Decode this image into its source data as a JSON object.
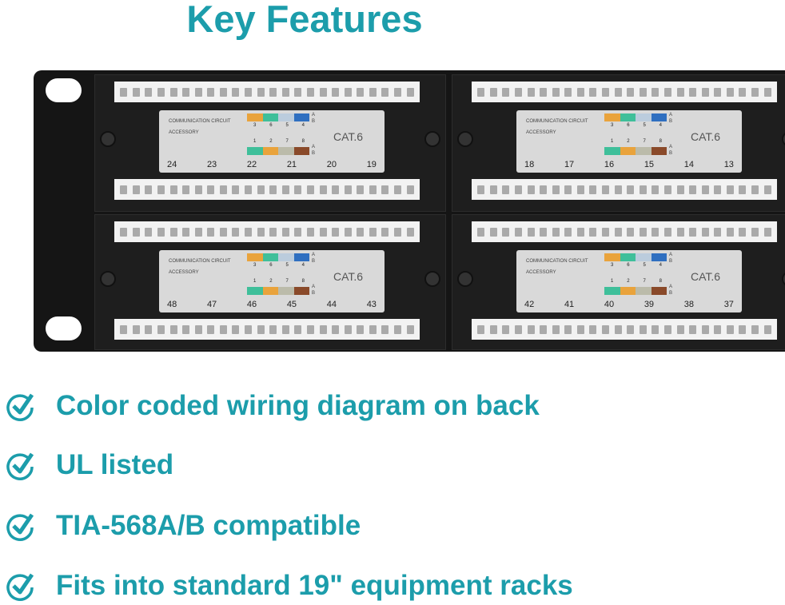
{
  "title": "Key Features",
  "panel": {
    "modules": [
      {
        "ports": [
          "24",
          "23",
          "22",
          "21",
          "20",
          "19"
        ],
        "line1": "COMMUNICATION CIRCUIT",
        "line2": "ACCESSORY",
        "cat": "CAT.6",
        "top_nums": [
          "3",
          "6",
          "5",
          "4"
        ],
        "bottom_nums": [
          "1",
          "2",
          "7",
          "8"
        ],
        "a": "A",
        "b": "B"
      },
      {
        "ports": [
          "18",
          "17",
          "16",
          "15",
          "14",
          "13"
        ],
        "line1": "COMMUNICATION CIRCUIT",
        "line2": "ACCESSORY",
        "cat": "CAT.6",
        "top_nums": [
          "3",
          "6",
          "5",
          "4"
        ],
        "bottom_nums": [
          "1",
          "2",
          "7",
          "8"
        ],
        "a": "A",
        "b": "B"
      },
      {
        "ports": [
          "48",
          "47",
          "46",
          "45",
          "44",
          "43"
        ],
        "line1": "COMMUNICATION CIRCUIT",
        "line2": "ACCESSORY",
        "cat": "CAT.6",
        "top_nums": [
          "3",
          "6",
          "5",
          "4"
        ],
        "bottom_nums": [
          "1",
          "2",
          "7",
          "8"
        ],
        "a": "A",
        "b": "B"
      },
      {
        "ports": [
          "42",
          "41",
          "40",
          "39",
          "38",
          "37"
        ],
        "line1": "COMMUNICATION CIRCUIT",
        "line2": "ACCESSORY",
        "cat": "CAT.6",
        "top_nums": [
          "3",
          "6",
          "5",
          "4"
        ],
        "bottom_nums": [
          "1",
          "2",
          "7",
          "8"
        ],
        "a": "A",
        "b": "B"
      }
    ]
  },
  "features": [
    {
      "text": "Color coded wiring diagram on back",
      "icon": "check-circle-icon"
    },
    {
      "text": "UL listed",
      "icon": "check-circle-icon"
    },
    {
      "text": "TIA-568A/B compatible",
      "icon": "check-circle-icon"
    },
    {
      "text": "Fits into standard 19\" equipment racks",
      "icon": "check-circle-icon"
    }
  ],
  "colors": {
    "accent": "#1c9dab"
  }
}
